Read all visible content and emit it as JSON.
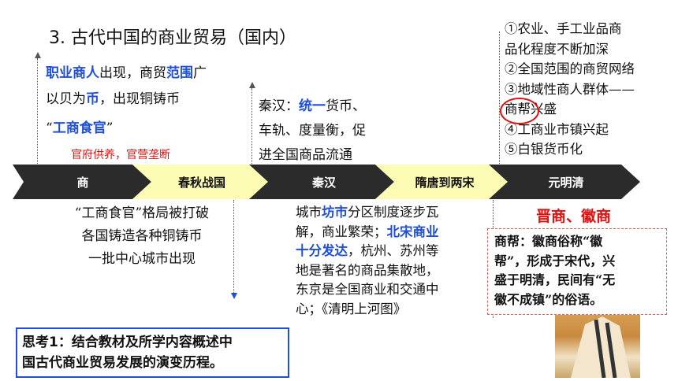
{
  "title": "3. 古代中国的商业贸易（国内）",
  "timeline": {
    "segments": [
      {
        "label": "商"
      },
      {
        "label": "春秋战国"
      },
      {
        "label": "秦汉"
      },
      {
        "label": "隋唐到两宋"
      },
      {
        "label": "元明清"
      }
    ],
    "colors": {
      "dark": "#2b2b2b",
      "light": "#fdfcb4"
    }
  },
  "shang": {
    "line1_a": "职业商人",
    "line1_b": "出现，商贸",
    "line1_c": "范围",
    "line1_d": "广",
    "line2_a": "以贝为",
    "line2_b": "币",
    "line2_c": "，出现铜铸币",
    "line3_a": "“",
    "line3_b": "工商食官",
    "line3_c": "”",
    "red_note": "官府供养，官营垄断"
  },
  "qinhan": {
    "line1_a": "秦汉：",
    "line1_b": "统一",
    "line1_c": "货币、",
    "line2": "车轨、度量衡，促",
    "line3": "进全国商品流通"
  },
  "chunqiu": {
    "line1": "“工商食官”格局被打破",
    "line2": "各国铸造各种铜铸币",
    "line3": "一批中心城市出现"
  },
  "suitang": {
    "line1_a": "城市",
    "line1_b": "坊市",
    "line1_c": "分区制度逐步瓦",
    "line2_a": "解，商业繁荣；",
    "line2_b": "北宋商业",
    "line3_a": "十分发达",
    "line3_b": "，杭州、苏州等",
    "line4": "地是著名的商品集散地，",
    "line5": "东京是全国商业和交通中",
    "line6": "心；《清明上河图》"
  },
  "yuanmingqing": {
    "item1a": "①农业、手工业品商",
    "item1b": "品化程度不断加深",
    "item2": "②全国范围的商贸网络",
    "item3": "③地域性商人群体——",
    "item4a": "商帮",
    "item4b": "兴盛",
    "item5": "④工商业市镇兴起",
    "item6": "⑤白银货币化",
    "merchants": "晋商、徽商"
  },
  "note": {
    "line1": "商帮：徽商俗称“徽",
    "line2": "帮”，形成于宋代，兴",
    "line3": "盛于明清，民间有“无",
    "line4": "徽不成镇”的俗语。"
  },
  "think": {
    "line1": "思考1：结合教材及所学内容概述中",
    "line2": "国古代商业贸易发展的演变历程。"
  }
}
